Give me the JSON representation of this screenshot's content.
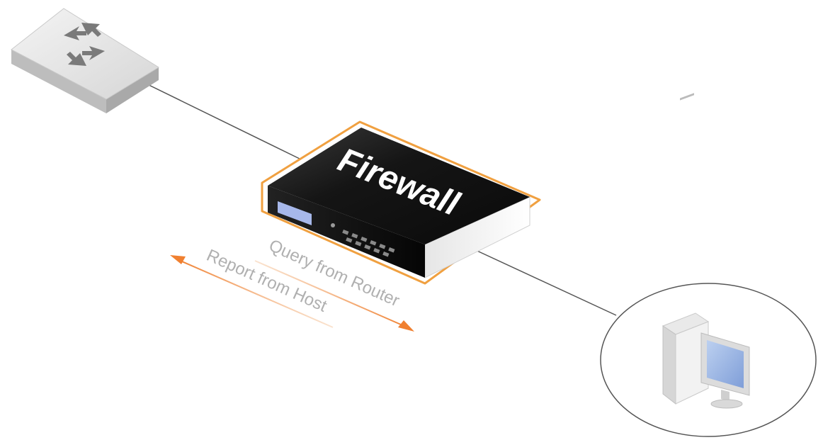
{
  "diagram": {
    "nodes": {
      "router": {
        "label": ""
      },
      "firewall": {
        "label": "Firewall",
        "accent": "#f0a040"
      },
      "host": {
        "label": ""
      }
    },
    "flows": [
      {
        "label": "Query from Router",
        "direction": "toward-host"
      },
      {
        "label": "Report from Host",
        "direction": "toward-router"
      }
    ],
    "colors": {
      "arrow": "#f08030",
      "link": "#555555",
      "firewall_body": "#141414",
      "router_body": "#e2e2e2"
    }
  }
}
